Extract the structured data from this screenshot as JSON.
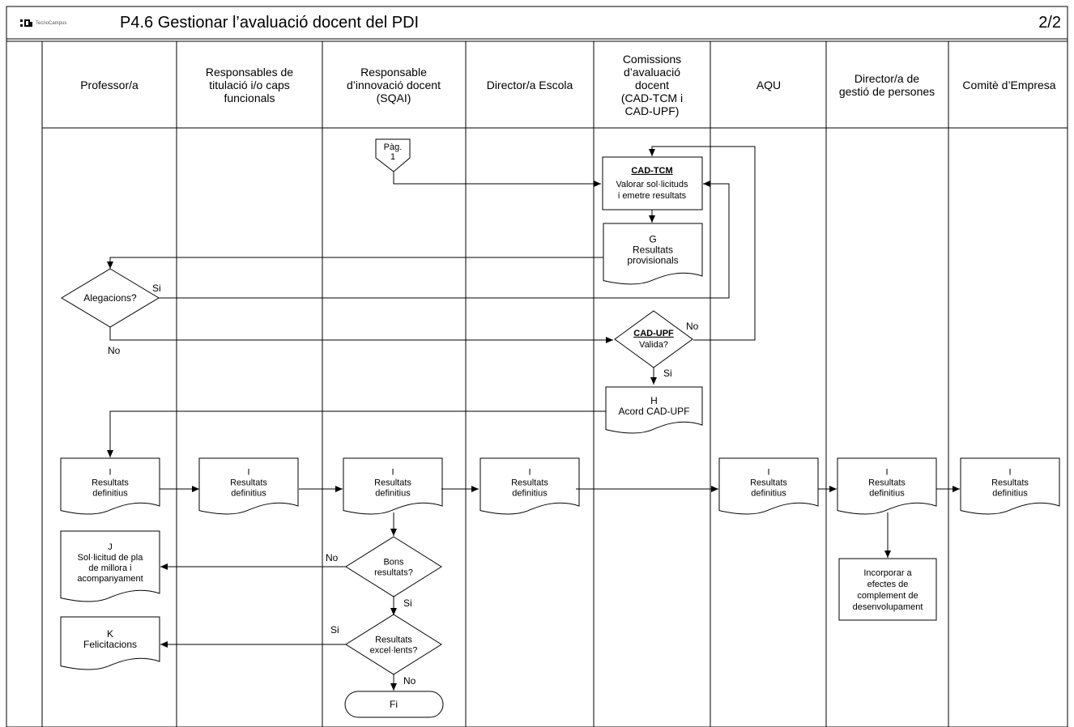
{
  "header": {
    "logo_text": "TecnoCampus",
    "title": "P4.6 Gestionar l’avaluació docent del PDI",
    "page": "2/2"
  },
  "lanes": [
    "Professor/a",
    "Responsables de\ntitulació i/o caps\nfuncionals",
    "Responsable\nd’innovació docent\n(SQAI)",
    "Director/a Escola",
    "Comissions\nd’avaluació\ndocent\n(CAD-TCM   i\nCAD-UPF)",
    "AQU",
    "Director/a de\ngestió de persones",
    "Comitè d’Empresa"
  ],
  "nodes": {
    "connector": "Pàg.\n1",
    "valorar_title": "CAD-TCM",
    "valorar_text": "Valorar sol·licituds\ni emetre resultats",
    "resultats_prov": "G\nResultats\nprovisionals",
    "alegacions": "Alegacions?",
    "valida_title": "CAD-UPF",
    "valida_text": "Valida?",
    "acord": "H\nAcord CAD-UPF",
    "def_doc": "I\nResultats\ndefinitius",
    "pla_millora": "J\nSol·licitud de pla\nde millora i\nacompanyament",
    "felicitacions": "K\nFelicitacions",
    "bons": "Bons\nresultats?",
    "excel": "Resultats\nexcel·lents?",
    "fi": "Fi",
    "incorporar": "Incorporar a\nefectes de\ncomplement de\ndesenvolupament"
  },
  "labels": {
    "si": "Si",
    "no": "No"
  }
}
